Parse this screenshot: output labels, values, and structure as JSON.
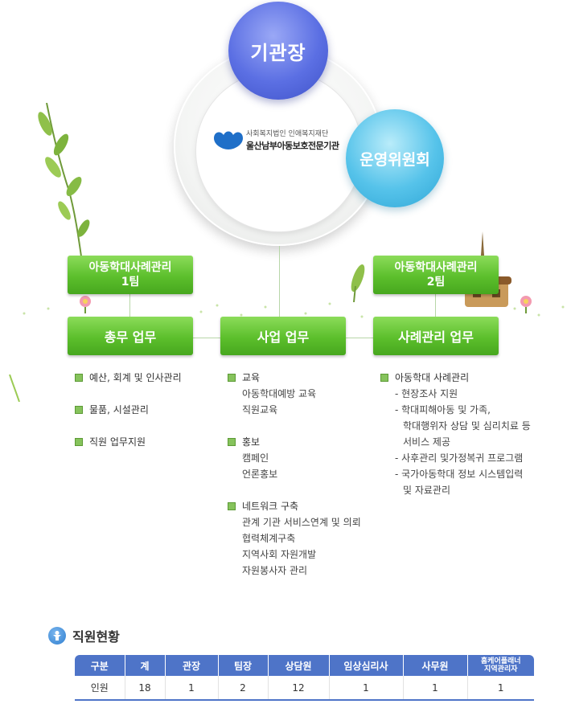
{
  "org": {
    "head": "기관장",
    "committee": "운영위원회",
    "logo_sub": "사회복지법인 인애복지재단",
    "logo_main": "울산남부아동보호전문기관"
  },
  "teams": {
    "team1": {
      "line1": "아동학대사례관리",
      "line2": "1팀"
    },
    "team2": {
      "line1": "아동학대사례관리",
      "line2": "2팀"
    }
  },
  "departments": {
    "general": "총무 업무",
    "business": "사업 업무",
    "case": "사례관리 업무"
  },
  "general_tasks": [
    "예산, 회계 및 인사관리",
    "물품, 시설관리",
    "직원 업무지원"
  ],
  "business_tasks": [
    {
      "head": "교육",
      "subs": [
        "아동학대예방 교육",
        "직원교육"
      ]
    },
    {
      "head": "홍보",
      "subs": [
        "캠페인",
        "언론홍보"
      ]
    },
    {
      "head": "네트워크 구축",
      "subs": [
        "관계 기관 서비스연계 및 의뢰",
        "협력체계구축",
        "지역사회 자원개발",
        "자원봉사자 관리"
      ]
    }
  ],
  "case_tasks": {
    "head": "아동학대 사례관리",
    "items": [
      {
        "text": "- 현장조사 지원",
        "cont": []
      },
      {
        "text": "- 학대피해아동 및 가족,",
        "cont": [
          "학대행위자 상담 및 심리치료 등",
          "서비스 제공"
        ]
      },
      {
        "text": "- 사후관리 및가정복귀 프로그램",
        "cont": []
      },
      {
        "text": "- 국가아동학대 정보 시스템입력",
        "cont": [
          "및 자료관리"
        ]
      }
    ]
  },
  "staff": {
    "title": "직원현황",
    "headers": [
      "구분",
      "계",
      "관장",
      "팀장",
      "상담원",
      "임상심리사",
      "사무원",
      "홈케어플래너 지역관리자"
    ],
    "header_last_lines": [
      "홈케어플래너",
      "지역관리자"
    ],
    "row": [
      "인원",
      "18",
      "1",
      "2",
      "12",
      "1",
      "1",
      "1"
    ]
  },
  "colors": {
    "green_box": "#5cbf2c",
    "head_circle": "#5b6fe3",
    "committee_circle": "#56c3ea",
    "table_header": "#4e74c8"
  },
  "icons": [
    "logo-mark-icon",
    "leaf-vine-icon",
    "flower-icon",
    "hut-icon",
    "person-icon"
  ]
}
